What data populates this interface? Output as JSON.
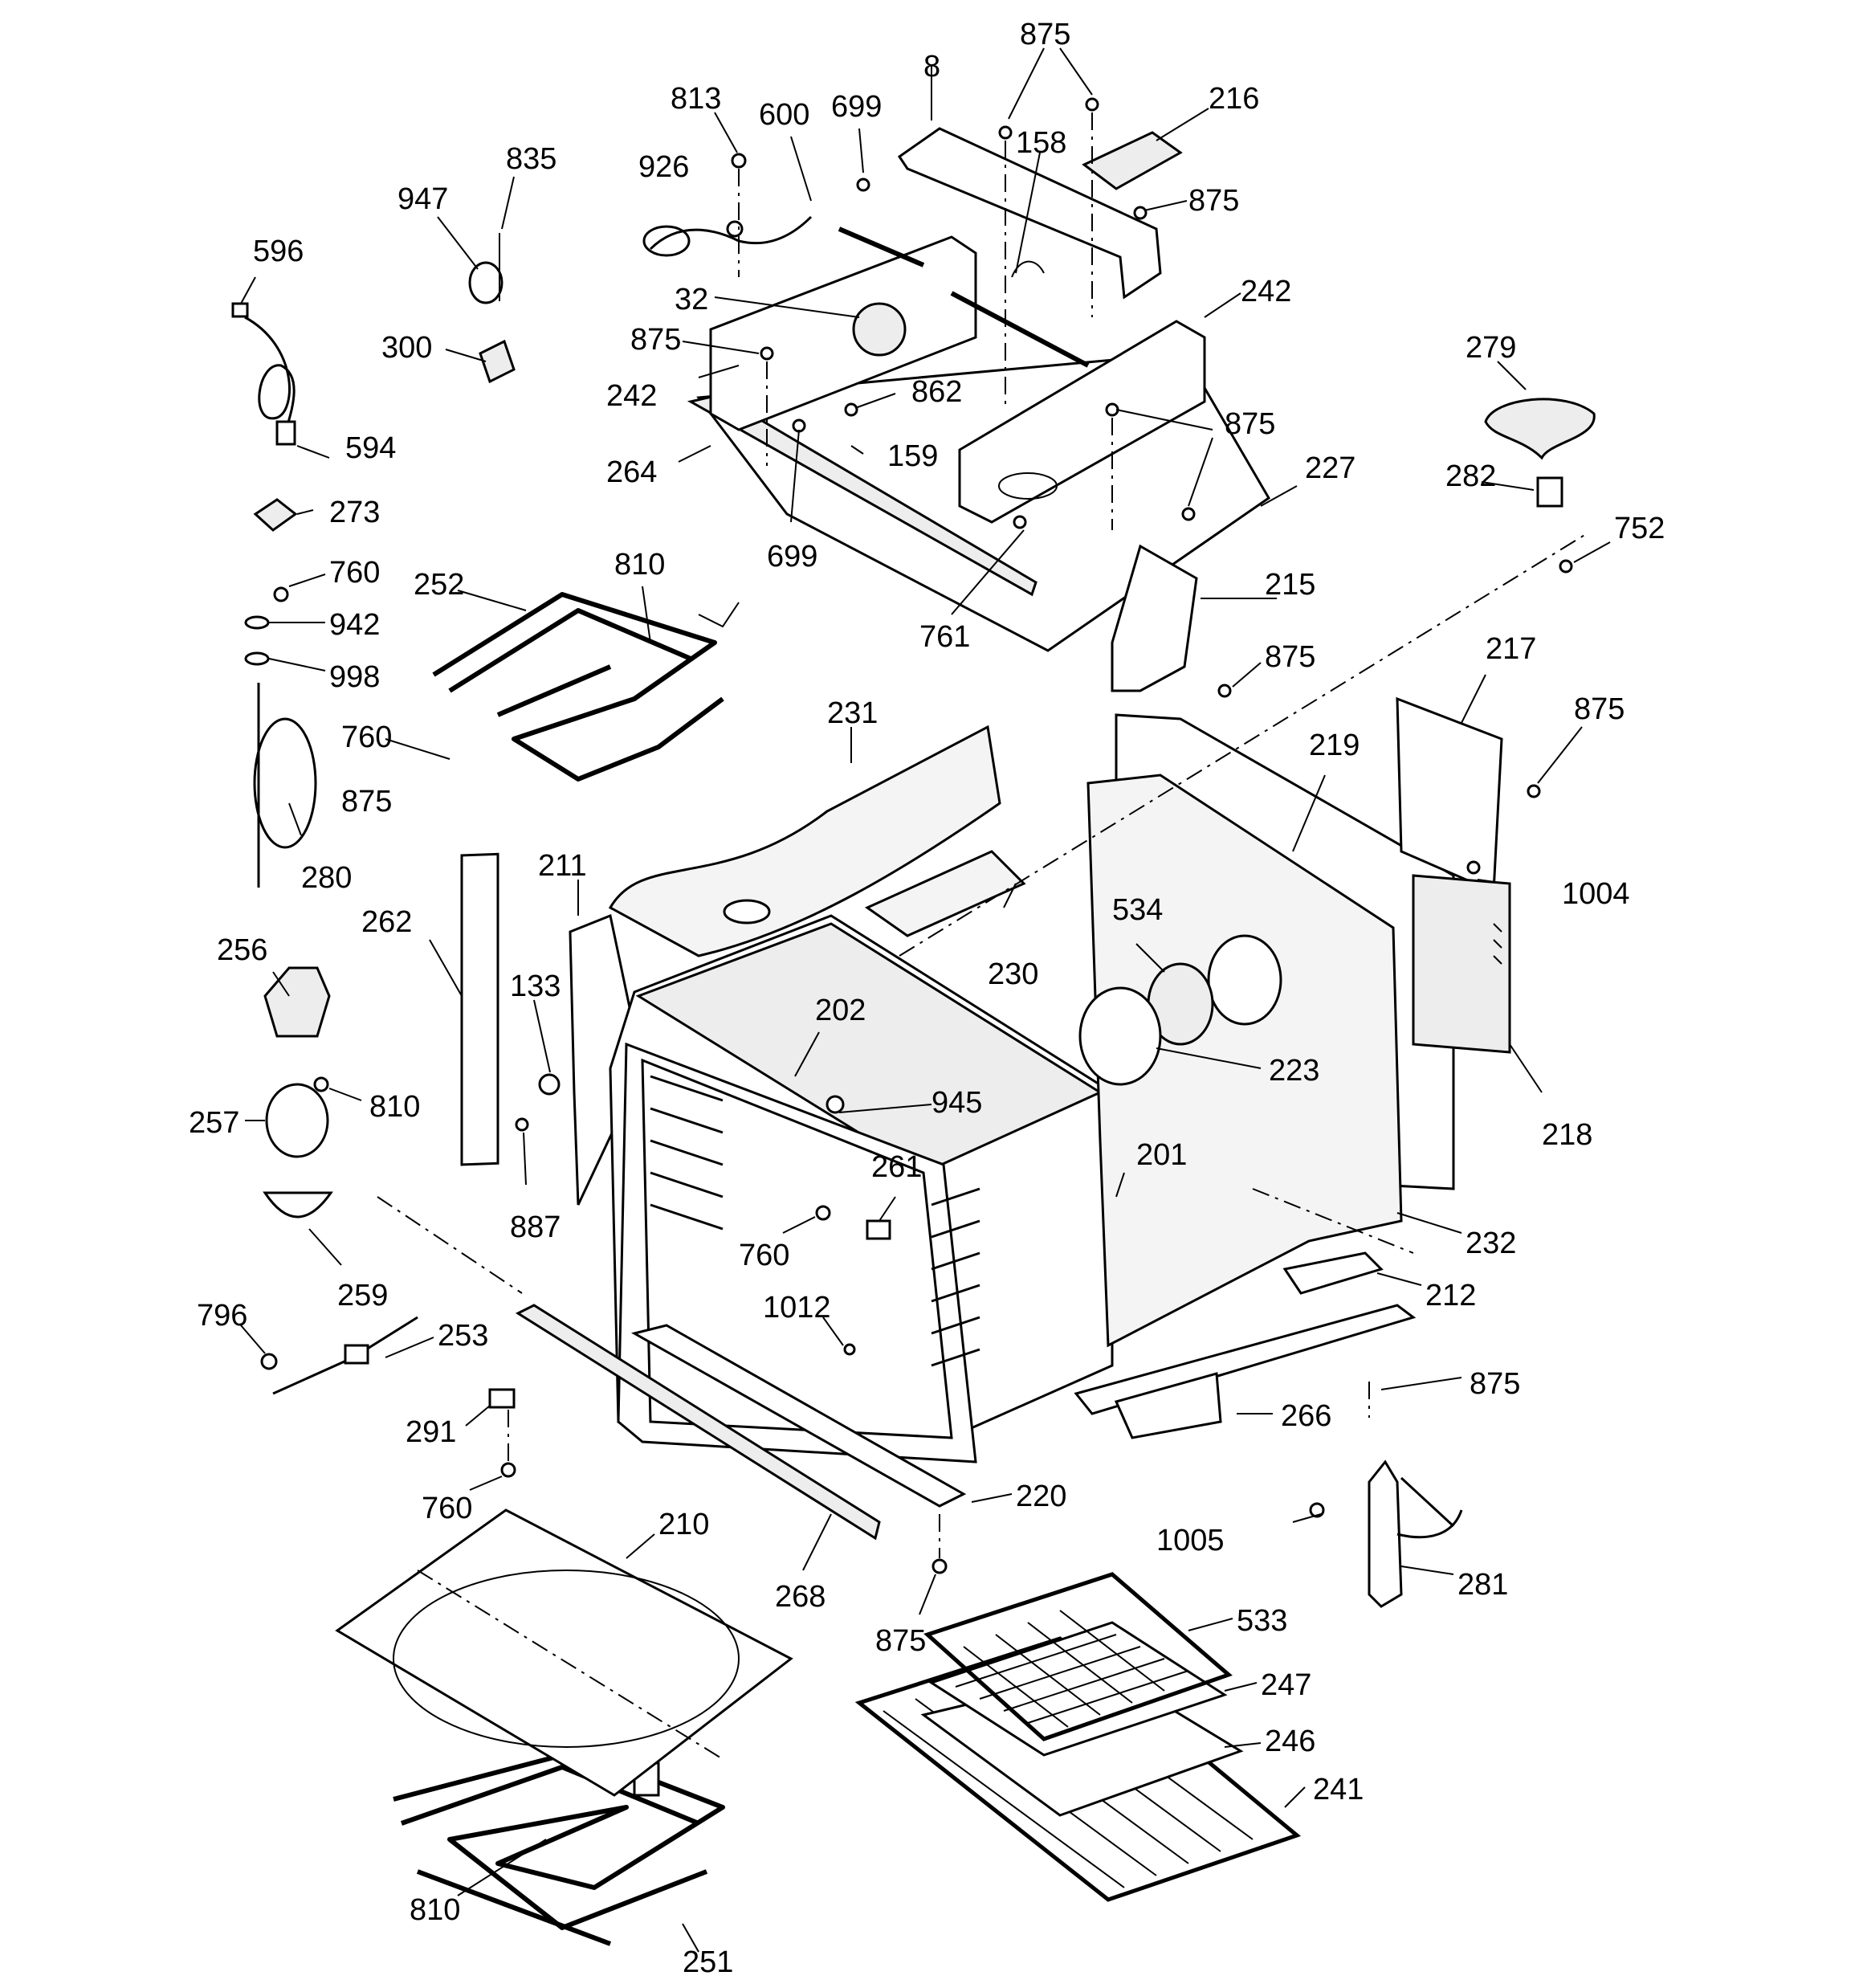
{
  "diagram": {
    "labels": [
      {
        "id": "l875a",
        "text": "875"
      },
      {
        "id": "l8",
        "text": "8"
      },
      {
        "id": "l216",
        "text": "216"
      },
      {
        "id": "l813",
        "text": "813"
      },
      {
        "id": "l600",
        "text": "600"
      },
      {
        "id": "l699a",
        "text": "699"
      },
      {
        "id": "l835",
        "text": "835"
      },
      {
        "id": "l926",
        "text": "926"
      },
      {
        "id": "l158",
        "text": "158"
      },
      {
        "id": "l875b",
        "text": "875"
      },
      {
        "id": "l947",
        "text": "947"
      },
      {
        "id": "l596",
        "text": "596"
      },
      {
        "id": "l32",
        "text": "32"
      },
      {
        "id": "l242a",
        "text": "242"
      },
      {
        "id": "l300",
        "text": "300"
      },
      {
        "id": "l875c",
        "text": "875"
      },
      {
        "id": "l242b",
        "text": "242"
      },
      {
        "id": "l862",
        "text": "862"
      },
      {
        "id": "l279",
        "text": "279"
      },
      {
        "id": "l594",
        "text": "594"
      },
      {
        "id": "l875d",
        "text": "875"
      },
      {
        "id": "l264",
        "text": "264"
      },
      {
        "id": "l159",
        "text": "159"
      },
      {
        "id": "l282",
        "text": "282"
      },
      {
        "id": "l273",
        "text": "273"
      },
      {
        "id": "l227",
        "text": "227"
      },
      {
        "id": "l752",
        "text": "752"
      },
      {
        "id": "l699b",
        "text": "699"
      },
      {
        "id": "l760a",
        "text": "760"
      },
      {
        "id": "l810a",
        "text": "810"
      },
      {
        "id": "l942",
        "text": "942"
      },
      {
        "id": "l252",
        "text": "252"
      },
      {
        "id": "l215",
        "text": "215"
      },
      {
        "id": "l761",
        "text": "761"
      },
      {
        "id": "l998",
        "text": "998"
      },
      {
        "id": "l875e",
        "text": "875"
      },
      {
        "id": "l217",
        "text": "217"
      },
      {
        "id": "l231",
        "text": "231"
      },
      {
        "id": "l875f",
        "text": "875"
      },
      {
        "id": "l760b",
        "text": "760"
      },
      {
        "id": "l219",
        "text": "219"
      },
      {
        "id": "l875g",
        "text": "875"
      },
      {
        "id": "l280",
        "text": "280"
      },
      {
        "id": "l211",
        "text": "211"
      },
      {
        "id": "l1004",
        "text": "1004"
      },
      {
        "id": "l262",
        "text": "262"
      },
      {
        "id": "l534",
        "text": "534"
      },
      {
        "id": "l230",
        "text": "230"
      },
      {
        "id": "l256",
        "text": "256"
      },
      {
        "id": "l133",
        "text": "133"
      },
      {
        "id": "l202",
        "text": "202"
      },
      {
        "id": "l223",
        "text": "223"
      },
      {
        "id": "l810b",
        "text": "810"
      },
      {
        "id": "l945",
        "text": "945"
      },
      {
        "id": "l257",
        "text": "257"
      },
      {
        "id": "l218",
        "text": "218"
      },
      {
        "id": "l887",
        "text": "887"
      },
      {
        "id": "l201",
        "text": "201"
      },
      {
        "id": "l261",
        "text": "261"
      },
      {
        "id": "l760c",
        "text": "760"
      },
      {
        "id": "l232",
        "text": "232"
      },
      {
        "id": "l259",
        "text": "259"
      },
      {
        "id": "l212",
        "text": "212"
      },
      {
        "id": "l796",
        "text": "796"
      },
      {
        "id": "l1012",
        "text": "1012"
      },
      {
        "id": "l253",
        "text": "253"
      },
      {
        "id": "l875h",
        "text": "875"
      },
      {
        "id": "l266",
        "text": "266"
      },
      {
        "id": "l291",
        "text": "291"
      },
      {
        "id": "l760d",
        "text": "760"
      },
      {
        "id": "l220",
        "text": "220"
      },
      {
        "id": "l210",
        "text": "210"
      },
      {
        "id": "l1005",
        "text": "1005"
      },
      {
        "id": "l281",
        "text": "281"
      },
      {
        "id": "l268",
        "text": "268"
      },
      {
        "id": "l875i",
        "text": "875"
      },
      {
        "id": "l533",
        "text": "533"
      },
      {
        "id": "l247",
        "text": "247"
      },
      {
        "id": "l246",
        "text": "246"
      },
      {
        "id": "l241",
        "text": "241"
      },
      {
        "id": "l810c",
        "text": "810"
      },
      {
        "id": "l251",
        "text": "251"
      }
    ]
  }
}
